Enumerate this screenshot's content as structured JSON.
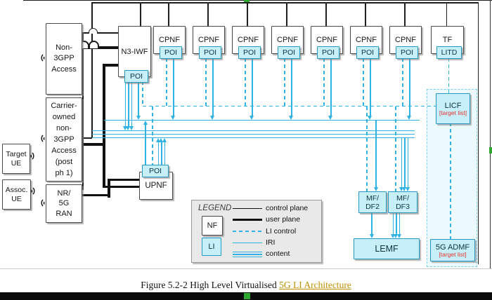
{
  "figure": {
    "access": {
      "non3gpp": "Non-\n3GPP\nAccess",
      "carrier": "Carrier-\nowned\nnon-\n3GPP\nAccess\n(post\nph 1)",
      "ran": "NR/\n5G\nRAN"
    },
    "ue": {
      "target": "Target\nUE",
      "assoc": "Assoc.\nUE"
    },
    "nf": {
      "n3iwf": "N3-IWF",
      "cpnf": "CPNF",
      "tf": "TF",
      "upnf": "UPNF"
    },
    "li": {
      "poi": "POI",
      "litd": "LITD",
      "licf": "LICF",
      "mfdf2": "MF/\nDF2",
      "mfdf3": "MF/\nDF3",
      "lemf": "LEMF",
      "admf": "5G ADMF",
      "target_list": "[target list]"
    },
    "legend": {
      "title": "LEGEND",
      "nf": "NF",
      "li": "LI",
      "control_plane": "control plane",
      "user_plane": "user plane",
      "li_control": "LI control",
      "iri": "IRI",
      "content": "content"
    }
  },
  "caption": {
    "text": "Figure 5.2-2 High Level Virtualised ",
    "link": "5G LI Architecture"
  },
  "colors": {
    "li_cyan": "#2eb3e4",
    "li_fill": "#c6eff9",
    "region_fill": "#edfafd",
    "target_list_red": "#e8332a",
    "caption_link_gold": "#bf9000",
    "indicator_green": "#2fa82f"
  }
}
